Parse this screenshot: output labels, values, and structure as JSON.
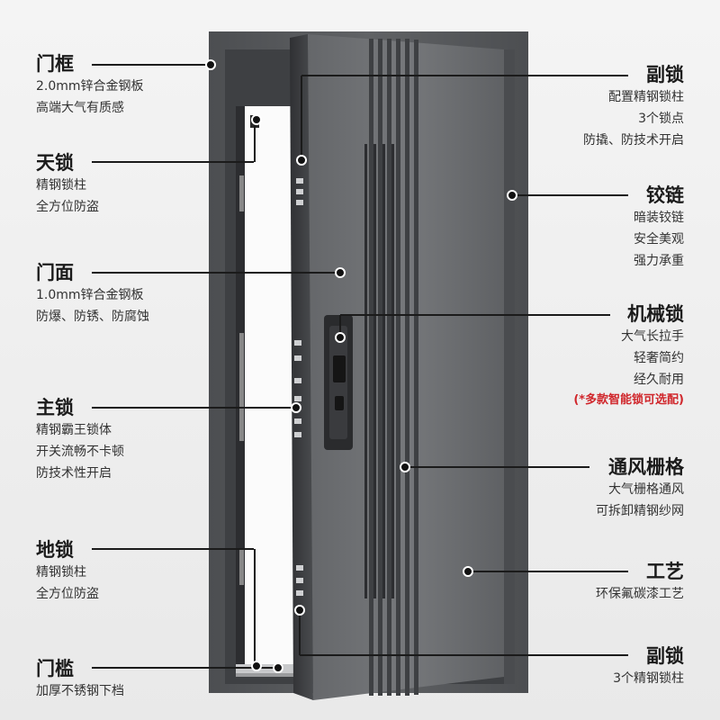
{
  "callouts_left": [
    {
      "id": "frame",
      "title": "门框",
      "lines": [
        "2.0mm锌合金钢板",
        "高端大气有质感"
      ]
    },
    {
      "id": "top-lock",
      "title": "天锁",
      "lines": [
        "精钢锁柱",
        "全方位防盗"
      ]
    },
    {
      "id": "door-panel",
      "title": "门面",
      "lines": [
        "1.0mm锌合金钢板",
        "防爆、防锈、防腐蚀"
      ]
    },
    {
      "id": "main-lock",
      "title": "主锁",
      "lines": [
        "精钢霸王锁体",
        "开关流畅不卡顿",
        "防技术性开启"
      ]
    },
    {
      "id": "bottom-lock",
      "title": "地锁",
      "lines": [
        "精钢锁柱",
        "全方位防盗"
      ]
    },
    {
      "id": "threshold",
      "title": "门槛",
      "lines": [
        "加厚不锈钢下档"
      ]
    }
  ],
  "callouts_right": [
    {
      "id": "aux-lock-top",
      "title": "副锁",
      "lines": [
        "配置精钢锁柱",
        "3个锁点",
        "防撬、防技术开启"
      ]
    },
    {
      "id": "hinge",
      "title": "铰链",
      "lines": [
        "暗装铰链",
        "安全美观",
        "强力承重"
      ]
    },
    {
      "id": "mechanical-lock",
      "title": "机械锁",
      "lines": [
        "大气长拉手",
        "轻奢简约",
        "经久耐用"
      ],
      "note": "(*多款智能锁可选配)"
    },
    {
      "id": "vent-grille",
      "title": "通风栅格",
      "lines": [
        "大气栅格通风",
        "可拆卸精钢纱网"
      ]
    },
    {
      "id": "finish",
      "title": "工艺",
      "lines": [
        "环保氟碳漆工艺"
      ]
    },
    {
      "id": "aux-lock-bottom",
      "title": "副锁",
      "lines": [
        "3个精钢锁柱"
      ]
    }
  ],
  "colors": {
    "frame": "#5a5c5f",
    "door_panel": "#6e7073",
    "grille": "#3d3f42",
    "text": "#1b1b1b",
    "note": "#d0262b"
  }
}
